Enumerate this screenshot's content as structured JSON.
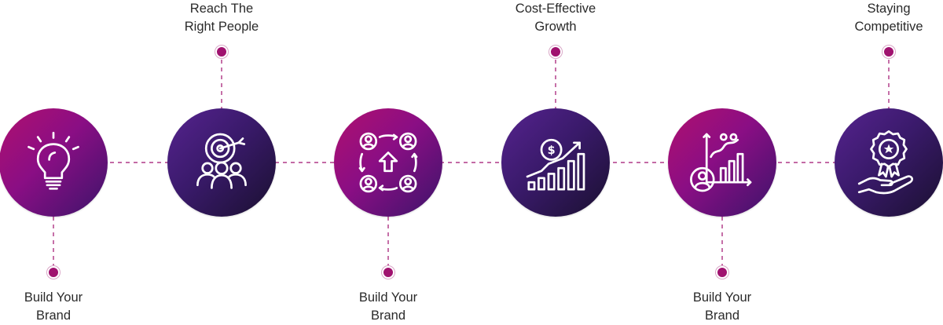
{
  "colors": {
    "pink": "#a0126f",
    "purple": "#3a1a6b",
    "line": "#a0126f"
  },
  "steps": [
    {
      "icon": "lightbulb-icon",
      "label_line1": "Build Your",
      "label_line2": "Brand",
      "label_position": "bottom"
    },
    {
      "icon": "target-audience-icon",
      "label_line1": "Reach The",
      "label_line2": "Right People",
      "label_position": "top"
    },
    {
      "icon": "network-growth-icon",
      "label_line1": "Build Your",
      "label_line2": "Brand",
      "label_position": "bottom"
    },
    {
      "icon": "cost-growth-chart-icon",
      "label_line1": "Cost-Effective",
      "label_line2": "Growth",
      "label_position": "top"
    },
    {
      "icon": "analytics-user-icon",
      "label_line1": "Build Your",
      "label_line2": "Brand",
      "label_position": "bottom"
    },
    {
      "icon": "award-hand-icon",
      "label_line1": "Staying",
      "label_line2": "Competitive",
      "label_position": "top"
    }
  ]
}
